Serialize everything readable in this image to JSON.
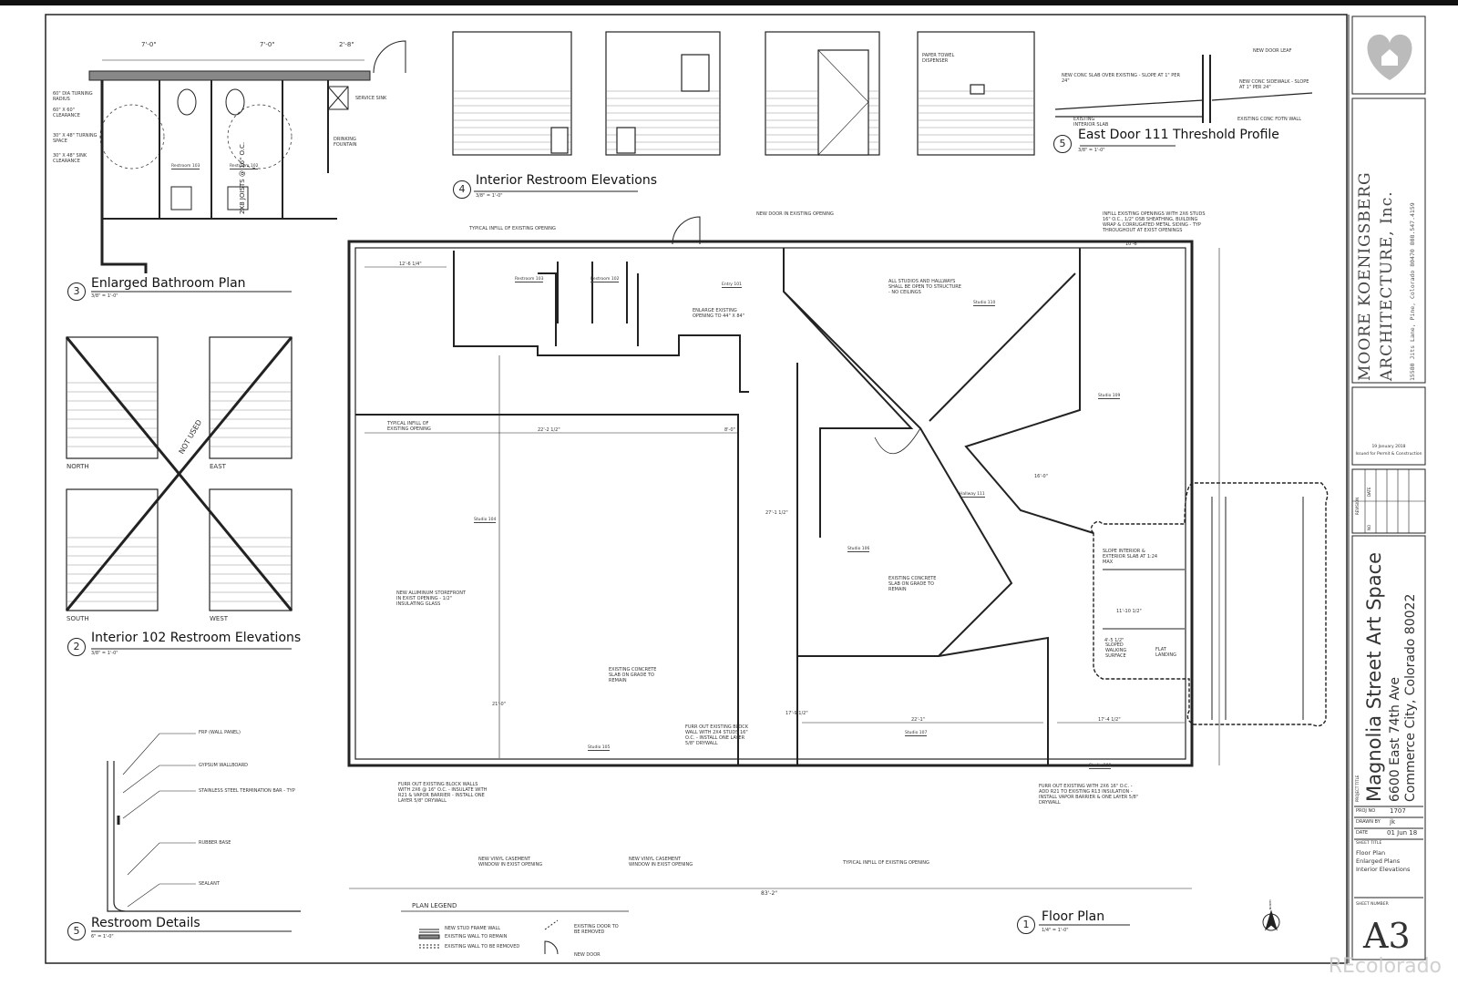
{
  "titles": {
    "bathroom_plan": {
      "num": "3",
      "title": "Enlarged Bathroom Plan",
      "scale": "3/8\" = 1'-0\""
    },
    "restroom_elev": {
      "num": "4",
      "title": "Interior Restroom Elevations",
      "scale": "3/8\" = 1'-0\""
    },
    "threshold": {
      "num": "5",
      "title": "East Door 111 Threshold Profile",
      "scale": "3/8\" = 1'-0\""
    },
    "int102": {
      "num": "2",
      "title": "Interior 102 Restroom Elevations",
      "scale": "3/8\" = 1'-0\""
    },
    "details": {
      "num": "5",
      "title": "Restroom Details",
      "scale": "6\" = 1'-0\""
    },
    "floor_plan": {
      "num": "1",
      "title": "Floor Plan",
      "scale": "1/4\" = 1'-0\""
    }
  },
  "elevation_labels": {
    "north": "NORTH",
    "east": "EAST",
    "south": "SOUTH",
    "west": "WEST",
    "not_used": "NOT USED"
  },
  "bathroom_dims": [
    "7'-0\"",
    "7'-0\"",
    "2'-8\""
  ],
  "bathroom_notes": [
    "60\" DIA TURNING RADIUS",
    "60\" X 60\" CLEARANCE",
    "30\" X 48\" TURNING SPACE",
    "30\" X 48\" SINK CLEARANCE",
    "SERVICE SINK",
    "DRINKING FOUNTAIN",
    "2X8 JOISTS @ 16\" O.C."
  ],
  "threshold_notes": [
    "NEW DOOR LEAF",
    "NEW CONC SLAB OVER EXISTING - SLOPE AT 1\" PER 24\"",
    "NEW CONC SIDEWALK - SLOPE AT 1\" PER 24\"",
    "EXISTING INTERIOR SLAB",
    "EXISTING CONC FDTN WALL"
  ],
  "elev_notes": [
    "PAPER TOWEL DISPENSER"
  ],
  "detail_notes": [
    "FRP (WALL PANEL)",
    "GYPSUM WALLBOARD",
    "STAINLESS STEEL TERMINATION BAR - TYP",
    "RUBBER BASE",
    "SEALANT"
  ],
  "rooms": [
    {
      "name": "Restroom",
      "num": "103"
    },
    {
      "name": "Restroom",
      "num": "102"
    },
    {
      "name": "Entry",
      "num": "101"
    },
    {
      "name": "Studio",
      "num": "104"
    },
    {
      "name": "Studio",
      "num": "105"
    },
    {
      "name": "Studio",
      "num": "106"
    },
    {
      "name": "Studio",
      "num": "107"
    },
    {
      "name": "Studio",
      "num": "108"
    },
    {
      "name": "Studio",
      "num": "109"
    },
    {
      "name": "Studio",
      "num": "110"
    },
    {
      "name": "Hallway",
      "num": "111"
    }
  ],
  "plan_notes": {
    "infill_top": "TYPICAL INFILL OF EXISTING OPENING",
    "new_door": "NEW DOOR IN EXISTING OPENING",
    "infill_siding": "INFILL EXISTING OPENINGS WITH 2X6 STUDS 16\" O.C., 1/2\" OSB SHEATHING, BUILDING WRAP & CORRUGATED METAL SIDING - TYP THROUGHOUT AT EXIST OPENINGS",
    "open_structure": "ALL STUDIOS AND HALLWAYS SHALL BE OPEN TO STRUCTURE - NO CEILINGS",
    "enlarge": "ENLARGE EXISTING OPENING TO 44\" X 84\"",
    "infill_left": "TYPICAL INFILL OF EXISTING OPENING",
    "storefront": "NEW ALUMINUM STOREFRONT IN EXIST OPENING - 1/2\" INSULATING GLASS",
    "slab1": "EXISTING CONCRETE SLAB ON GRADE TO REMAIN",
    "slab2": "EXISTING CONCRETE SLAB ON GRADE TO REMAIN",
    "furr1": "FURR OUT EXISTING BLOCK WALL WITH 2X4 STUDS 16\" O.C. - INSTALL ONE LAYER 5/8\" DRYWALL",
    "furr2": "FURR OUT EXISTING BLOCK WALLS WITH 2X6 @ 16\" O.C. - INSULATE WITH R21 & VAPOR BARRIER - INSTALL ONE LAYER 5/8\" DRYWALL",
    "furr3": "FURR OUT EXISTING WITH 2X6 16\" O.C. - ADD R21 TO EXISTING R13 INSULATION - INSTALL VAPOR BARRIER & ONE LAYER 5/8\" DRYWALL",
    "slope": "SLOPE INTERIOR & EXTERIOR SLAB AT 1:24 MAX",
    "window1": "NEW VINYL CASEMENT WINDOW IN EXIST OPENING",
    "window2": "NEW VINYL CASEMENT WINDOW IN EXIST OPENING",
    "infill_bottom": "TYPICAL INFILL OF EXISTING OPENING",
    "sloped_walk": "SLOPED WALKING SURFACE",
    "flat": "FLAT LANDING",
    "overall_dim": "83'-2\"",
    "dims": [
      "12'-6 1/4\"",
      "22'-2 1/2\"",
      "8'-0\"",
      "22'-1\"",
      "17'-4 1/2\"",
      "16'-0\"",
      "27'-1 1/2\"",
      "21'-0\"",
      "17'-9 1/2\"",
      "10'-6\"",
      "11'-10 1/2\"",
      "4'-5 1/2\""
    ]
  },
  "legend": {
    "title": "PLAN LEGEND",
    "items": [
      "NEW STUD FRAME WALL",
      "EXISTING WALL TO REMAIN",
      "EXISTING WALL TO BE REMOVED",
      "EXISTING DOOR TO BE REMOVED",
      "NEW DOOR"
    ]
  },
  "north": "NORTH",
  "title_block": {
    "firm_line1": "MOORE KOENIGSBERG",
    "firm_line2": "ARCHITECTURE, Inc.",
    "firm_address": "15580 Jits Lane, Pine, Colorado 80470    808.547.4159",
    "issue_date": "19 January 2018",
    "issue_desc": "Issued for Permit & Construction",
    "revision_label": "REVISION",
    "no_label": "NO",
    "date_label": "DATE",
    "project_title_label": "PROJECT TITLE",
    "project_name": "Magnolia Street Art Space",
    "address1": "6600 East 74th Ave",
    "address2": "Commerce City, Colorado 80022",
    "proj_no_label": "PROJ NO",
    "proj_no": "1707",
    "drawn_by_label": "DRAWN BY",
    "drawn_by": "jk",
    "date_label2": "DATE",
    "date": "01 Jun 18",
    "sheet_title_label": "SHEET TITLE",
    "sheet_title": [
      "Floor Plan",
      "Enlarged Plans",
      "Interior Elevations"
    ],
    "sheet_number_label": "SHEET NUMBER",
    "sheet_number": "A3"
  },
  "watermark": "REcolorado",
  "colors": {
    "line": "#222222",
    "paper": "#ffffff"
  }
}
